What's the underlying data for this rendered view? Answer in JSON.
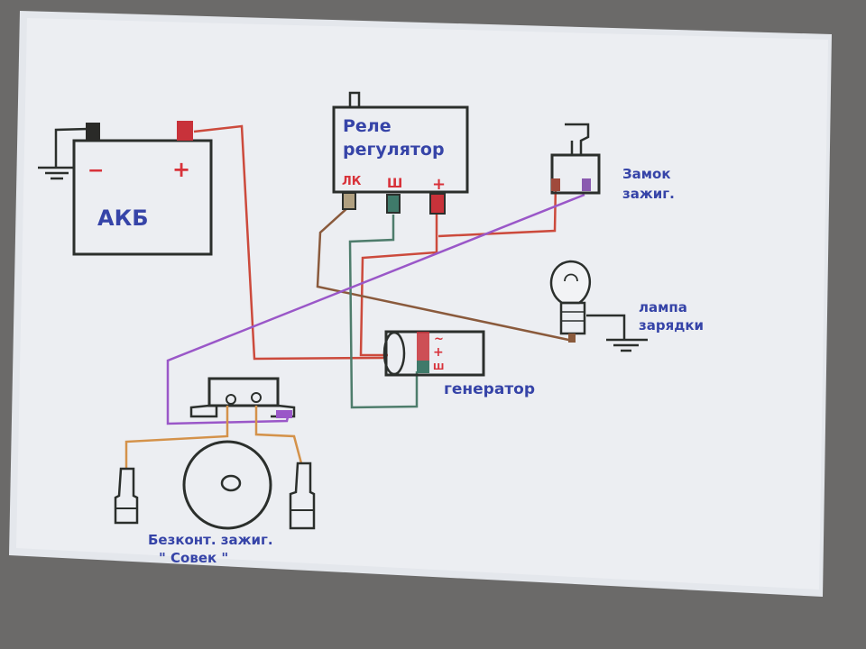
{
  "labels": {
    "battery": "АКБ",
    "battery_minus": "−",
    "battery_plus": "+",
    "relay_line1": "Реле",
    "relay_line2": "регулятор",
    "relay_lk": "ЛК",
    "relay_sh": "Ш",
    "relay_plus": "+",
    "ignition_lock_line1": "Замок",
    "ignition_lock_line2": "зажиг.",
    "lamp_line1": "лампа",
    "lamp_line2": "зарядки",
    "generator": "генератор",
    "gen_tilde": "~",
    "gen_plus": "+",
    "gen_sh": "Ш",
    "contactless_line1": "Безконт. зажиг.",
    "contactless_line2": "\" Совек \""
  },
  "colors": {
    "paper": "#e9ebef",
    "background": "#6e6d6c",
    "ink": "#2b2f2c",
    "wire_red": "#cc4a3c",
    "wire_purple": "#9a57c8",
    "wire_brown": "#8a5a3c",
    "wire_green": "#4e7d6c",
    "wire_orange": "#d4924a",
    "label_blue": "#3644a8"
  }
}
